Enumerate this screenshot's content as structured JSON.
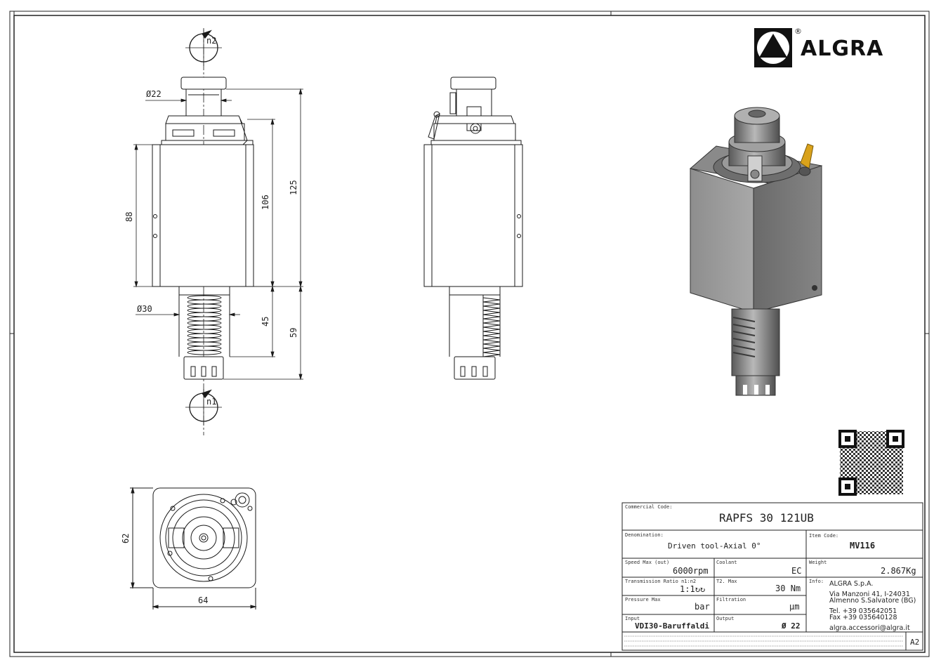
{
  "brand": {
    "name": "ALGRA",
    "registered": "®"
  },
  "dimensions": {
    "d22": "22",
    "d30": "30",
    "h88": "88",
    "h106": "106",
    "h125": "125",
    "h45": "45",
    "h59": "59",
    "w62": "62",
    "w64": "64",
    "dia_symbol": "Ø"
  },
  "rotation": {
    "top": "n2",
    "bottom": "n1"
  },
  "title_block": {
    "commercial_code_label": "Commercial Code:",
    "commercial_code": "RAPFS 30 121UB",
    "denomination_label": "Denomination:",
    "denomination": "Driven tool-Axial 0°",
    "item_code_label": "Item Code:",
    "item_code": "MV116",
    "speed_label": "Speed Max (out)",
    "speed": "6000rpm",
    "coolant_label": "Coolant",
    "coolant": "EC",
    "weight_label": "Weight",
    "weight": "2.867Kg",
    "ratio_label": "Transmission Ratio n1:n2",
    "ratio": "1:1",
    "ratio_icons": "↻↻",
    "torque_label": "T2. Max",
    "torque_value": "30",
    "torque_unit": "Nm",
    "info_label": "Info:",
    "pressure_label": "Pressure Max",
    "pressure": "bar",
    "filtration_label": "Filtration",
    "filtration": "μm",
    "input_label": "Input",
    "input": "VDI30-Baruffaldi",
    "output_label": "Output",
    "output": "Ø 22",
    "company": "ALGRA S.p.A.",
    "address1": "Via Manzoni 41, I-24031",
    "address2": "Almenno S.Salvatore (BG)",
    "tel": "Tel. +39 035642051",
    "fax": "Fax +39 035640128",
    "email": "algra.accessori@algra.it",
    "sheet_size": "A2"
  },
  "colors": {
    "line": "#1a1a1a",
    "body_gray": "#6f6f6f",
    "accent_yellow": "#d9a21b"
  }
}
